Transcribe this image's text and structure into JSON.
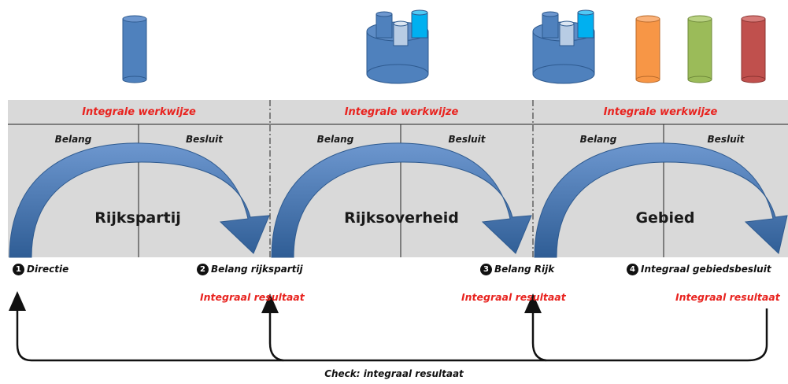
{
  "panels": [
    {
      "title": "Integrale werkwijze",
      "col_left": "Belang",
      "col_right": "Besluit",
      "name": "Rijkspartij"
    },
    {
      "title": "Integrale werkwijze",
      "col_left": "Belang",
      "col_right": "Besluit",
      "name": "Rijksoverheid"
    },
    {
      "title": "Integrale werkwijze",
      "col_left": "Belang",
      "col_right": "Besluit",
      "name": "Gebied"
    }
  ],
  "steps": [
    {
      "number": "1",
      "label": "Directie"
    },
    {
      "number": "2",
      "label": "Belang rijkspartij"
    },
    {
      "number": "3",
      "label": "Belang Rijk"
    },
    {
      "number": "4",
      "label": "Integraal gebiedsbesluit"
    }
  ],
  "results": [
    "Integraal resultaat",
    "Integraal resultaat",
    "Integraal resultaat"
  ],
  "check_label": "Check: integraal resultaat",
  "colors": {
    "panel_bg": "#d9d9d9",
    "accent_red": "#e8231f",
    "arrow_blue": "#4f81bd",
    "arrow_dark": "#2e5a8f",
    "cyl_blue": "#4f81bd",
    "cyl_light": "#b8cce4",
    "cyl_cyan": "#00b0f0",
    "cyl_orange": "#f79646",
    "cyl_green": "#9bbb59",
    "cyl_red": "#c0504d"
  }
}
